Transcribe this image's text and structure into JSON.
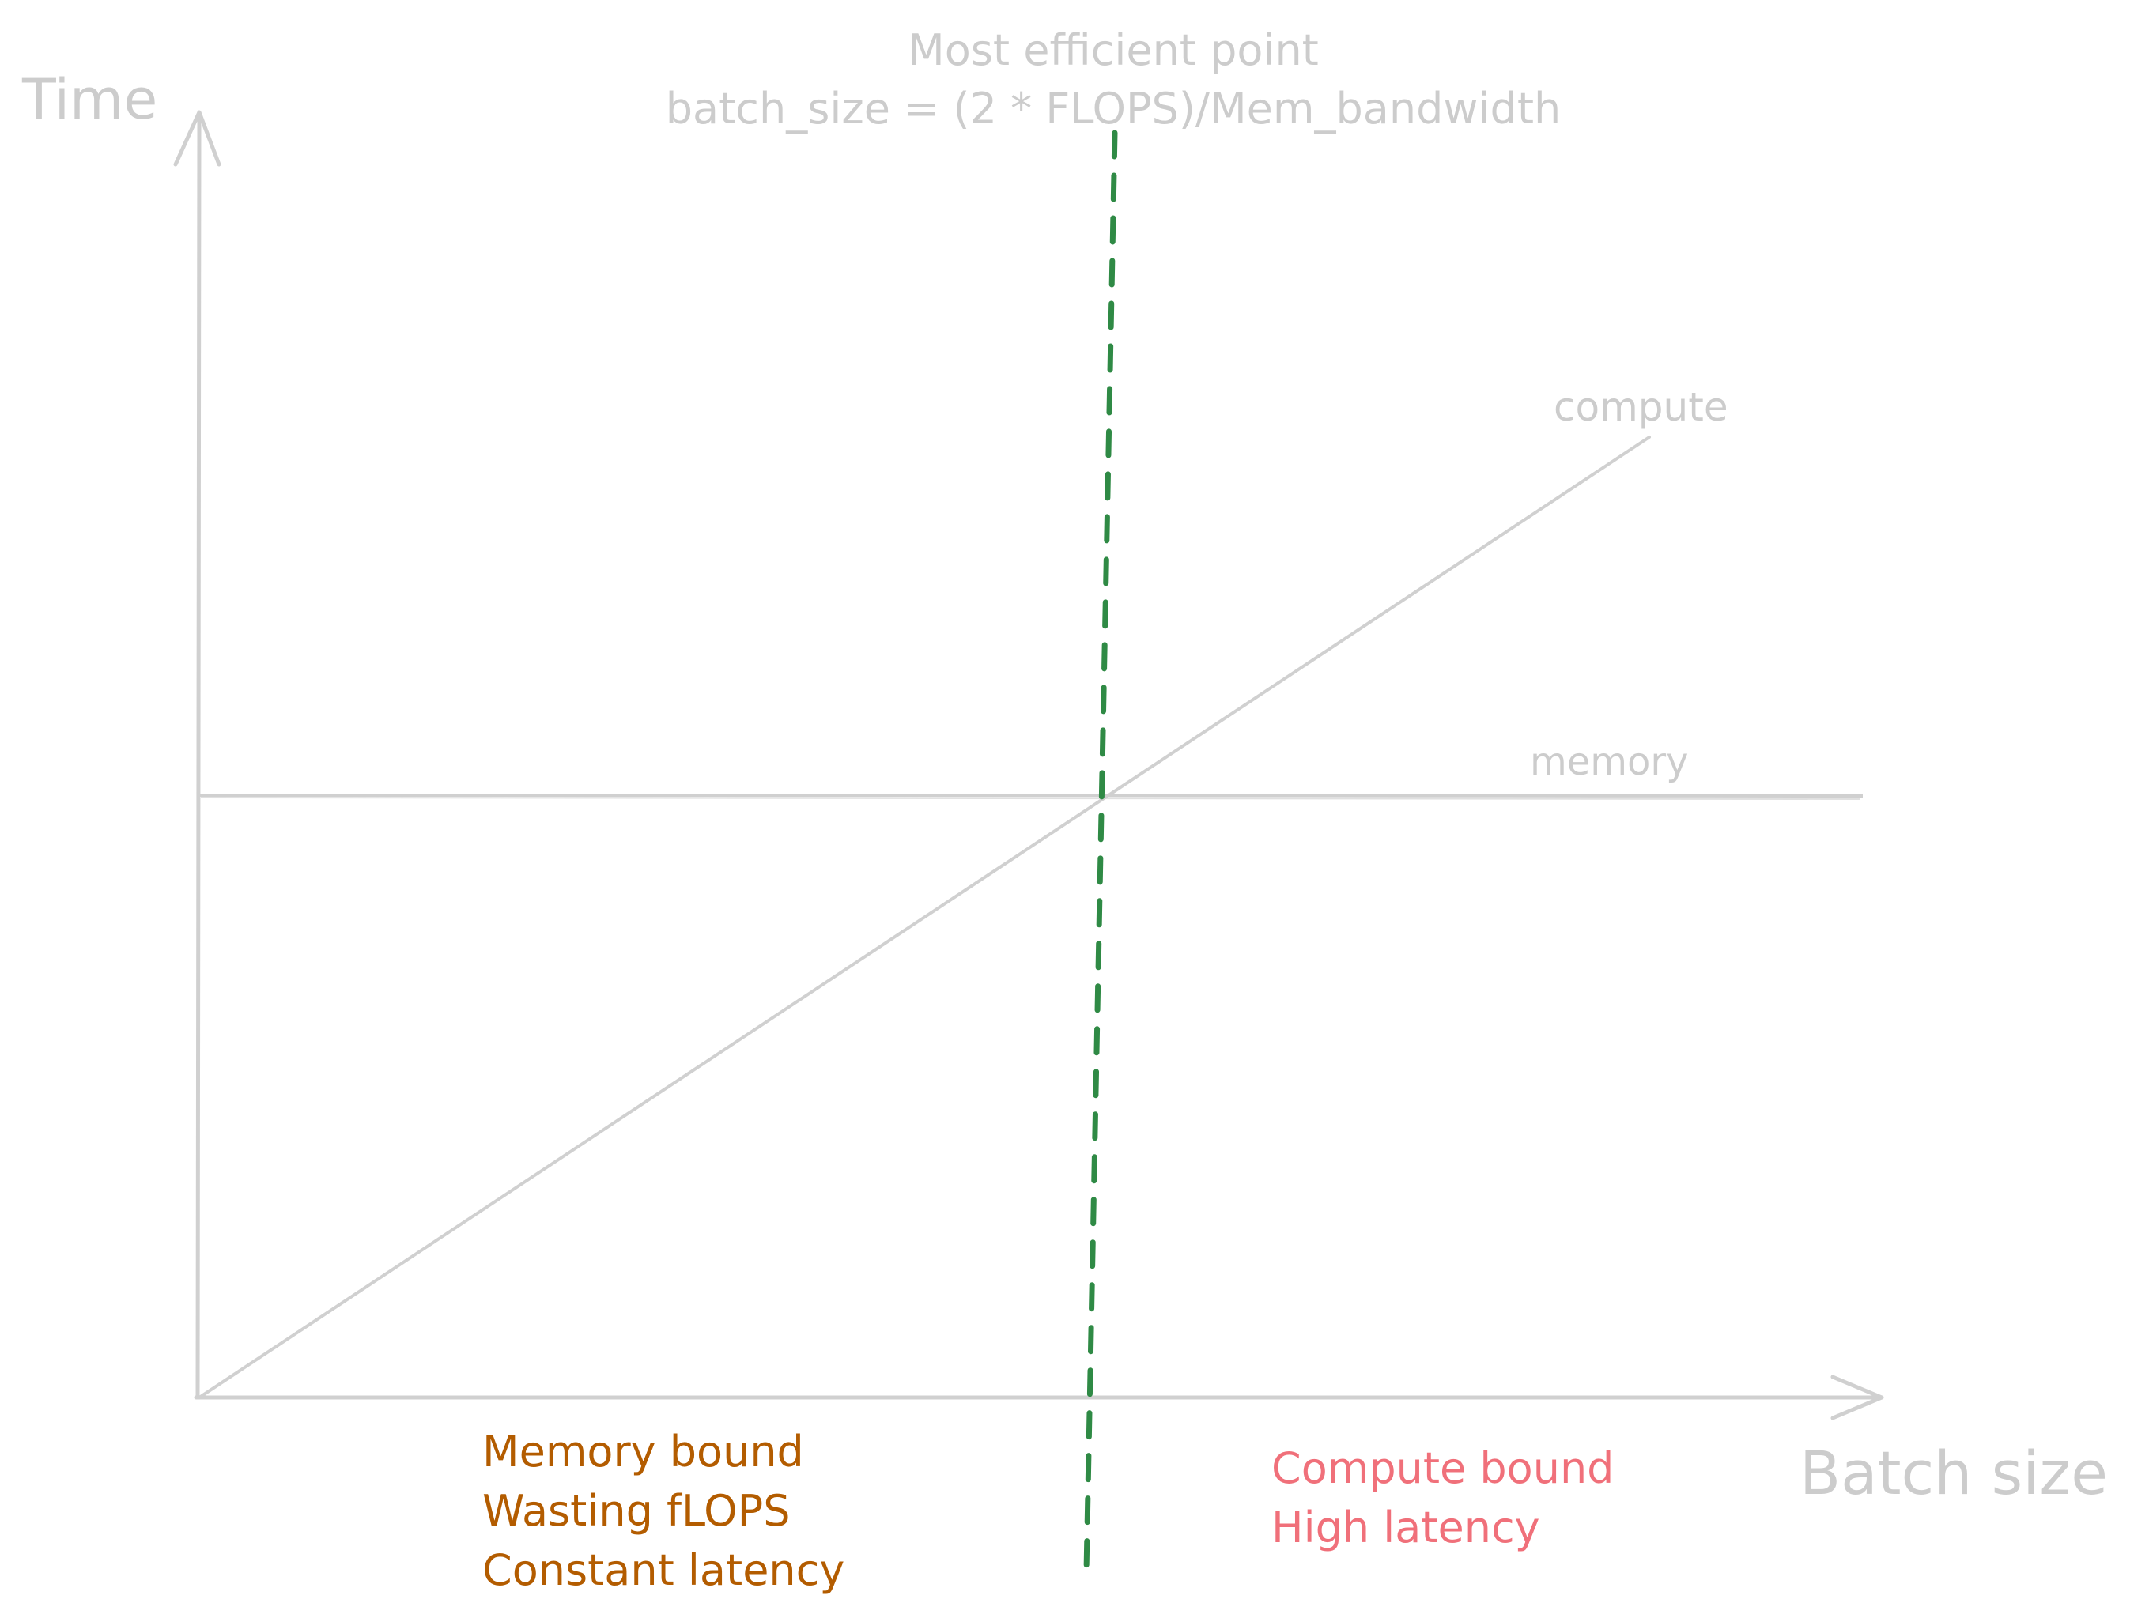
{
  "axes": {
    "y_label": "Time",
    "x_label": "Batch size"
  },
  "lines": {
    "compute_label": "compute",
    "memory_label": "memory"
  },
  "efficient_point": {
    "title": "Most efficient point",
    "formula": "batch_size = (2 * FLOPS)/Mem_bandwidth"
  },
  "regions": {
    "memory_bound": {
      "line1": "Memory bound",
      "line2": "Wasting fLOPS",
      "line3": "Constant latency"
    },
    "compute_bound": {
      "line1": "Compute bound",
      "line2": "High latency"
    }
  },
  "colors": {
    "axis": "#d0d0d0",
    "muted_text": "#cccccc",
    "threshold": "#2f8a45",
    "memory_bound_text": "#b35c00",
    "compute_bound_text": "#f0707a"
  }
}
